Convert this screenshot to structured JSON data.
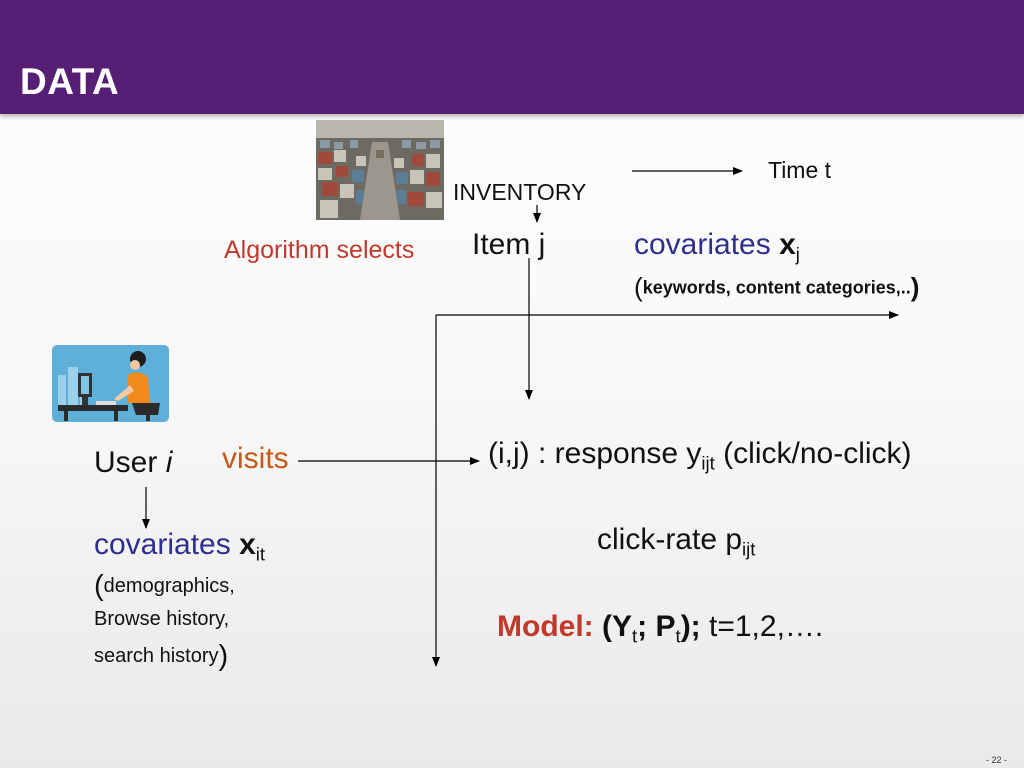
{
  "slide": {
    "title": "DATA",
    "page_number": "- 22 -"
  },
  "inventory": {
    "label": "INVENTORY",
    "image": "warehouse-photo"
  },
  "time": {
    "label": "Time t"
  },
  "algorithm_label": "Algorithm selects",
  "item": {
    "label": "Item j",
    "covariates_word": "covariates",
    "covariates_var": "x",
    "covariates_sub": "j",
    "detail_open": "(",
    "detail_text": "keywords, content categories,..",
    "detail_close": ")"
  },
  "user": {
    "label": "User",
    "var": "i",
    "visits": "visits",
    "covariates_word": "covariates",
    "covariates_var": "x",
    "covariates_sub": "it",
    "detail_open": "(",
    "detail_line1": "demographics,",
    "detail_line2": "Browse history,",
    "detail_line3": "search history",
    "detail_close": ")"
  },
  "response": {
    "prefix": "(i,j) : response y",
    "sub": "ijt",
    "suffix": " (click/no-click)"
  },
  "clickrate": {
    "prefix": "click-rate p",
    "sub": "ijt"
  },
  "model": {
    "label": "Model:",
    "open": "(Y",
    "y_sub": "t",
    "sep": "; P",
    "p_sub": "t",
    "close": ");",
    "suffix": "t=1,2,…."
  },
  "colors": {
    "header": "#561f75",
    "covariates": "#2e2f8c",
    "algorithm": "#c0392b",
    "visits": "#c45a19",
    "model_label": "#c0392b"
  }
}
